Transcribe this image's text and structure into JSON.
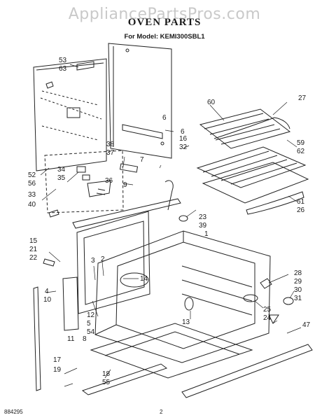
{
  "header": {
    "watermark": "AppliancePartsPros.com",
    "title": "OVEN PARTS",
    "model_line": "For Model: KEMI300SBL1"
  },
  "footer": {
    "doc_number": "884295",
    "page_number": "2"
  },
  "callouts": [
    "53",
    "63",
    "52",
    "56",
    "33",
    "40",
    "34",
    "35",
    "36",
    "38",
    "37",
    "7",
    "9",
    "6",
    "16",
    "32",
    "27",
    "60",
    "59",
    "62",
    "61",
    "26",
    "23",
    "39",
    "1",
    "15",
    "21",
    "22",
    "3",
    "2",
    "12",
    "5",
    "54",
    "4",
    "10",
    "14",
    "13",
    "28",
    "29",
    "30",
    "31",
    "25",
    "24",
    "47",
    "17",
    "19",
    "18",
    "55",
    "8",
    "11",
    "6"
  ]
}
